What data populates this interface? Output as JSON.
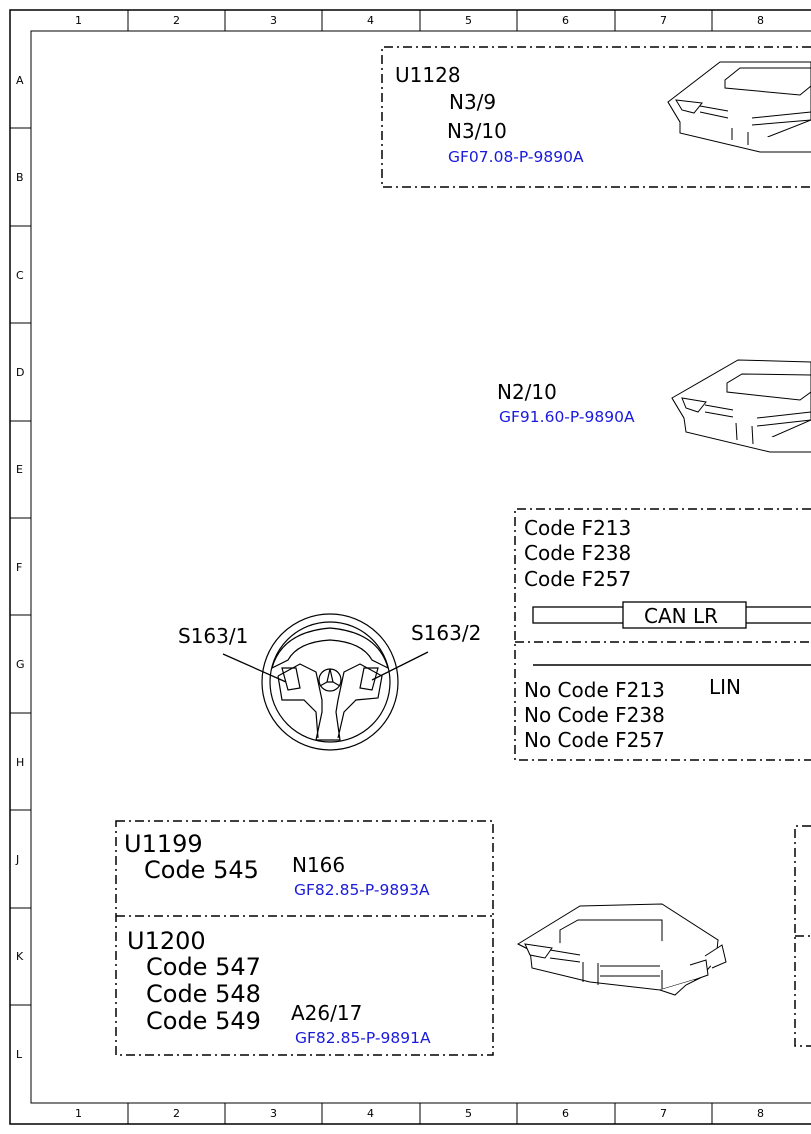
{
  "grid": {
    "columns": [
      "1",
      "2",
      "3",
      "4",
      "5",
      "6",
      "7",
      "8"
    ],
    "rows": [
      "A",
      "B",
      "C",
      "D",
      "E",
      "F",
      "G",
      "H",
      "J",
      "K",
      "L"
    ]
  },
  "blocks": {
    "u1128": {
      "title": "U1128",
      "part1": "N3/9",
      "part2": "N3/10",
      "ref": "GF07.08-P-9890A"
    },
    "n2_10": {
      "part": "N2/10",
      "ref": "GF91.60-P-9890A"
    },
    "can": {
      "codes": [
        "Code F213",
        "Code F238",
        "Code F257"
      ],
      "bus_label": "CAN LR",
      "no_codes": [
        "No Code F213",
        "No Code F238",
        "No Code F257"
      ],
      "lin_label": "LIN",
      "no_prefix": "No"
    },
    "steering": {
      "left_label": "S163/1",
      "right_label": "S163/2"
    },
    "u1199": {
      "title": "U1199",
      "code": "Code 545",
      "part": "N166",
      "ref": "GF82.85-P-9893A"
    },
    "u1200": {
      "title": "U1200",
      "codes": [
        "Code 547",
        "Code 548",
        "Code 549"
      ],
      "part": "A26/17",
      "ref": "GF82.85-P-9891A"
    }
  },
  "colors": {
    "link": "#1a1adc",
    "line": "#000000"
  }
}
